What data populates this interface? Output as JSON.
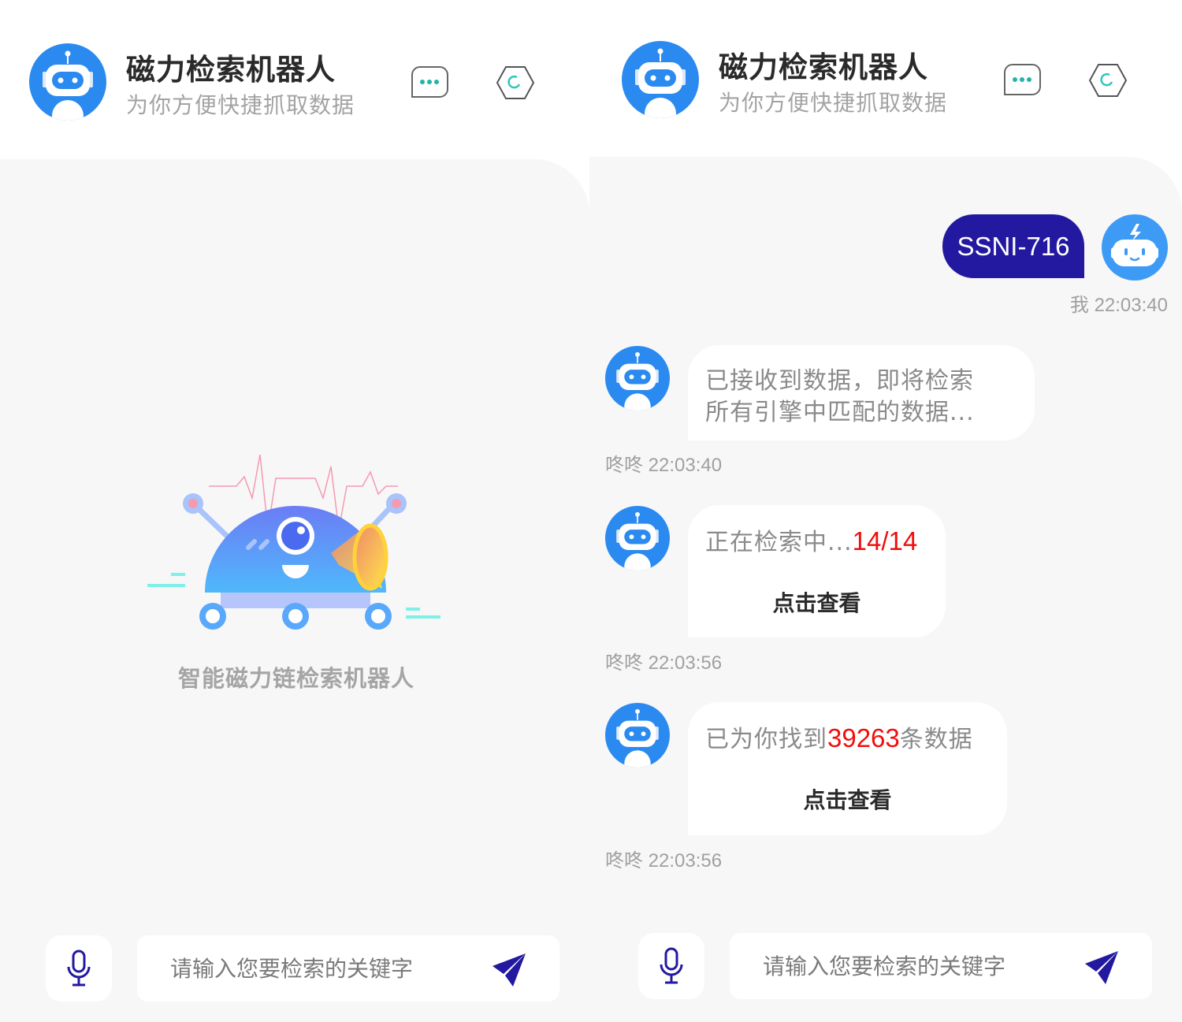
{
  "colors": {
    "brand_blue": "#2b8af0",
    "user_bubble": "#2319a0",
    "highlight_red": "#f20d0d",
    "accent_teal": "#1fb5a8",
    "background": "#f7f7f7"
  },
  "header": {
    "title": "磁力检索机器人",
    "subtitle": "为你方便快捷抓取数据",
    "icons": [
      "chat-bubble-icon",
      "hexagon-refresh-icon"
    ]
  },
  "left_panel": {
    "empty_state": {
      "illustration": "robot-megaphone-illustration",
      "caption": "智能磁力链检索机器人"
    }
  },
  "right_panel": {
    "messages": [
      {
        "sender": "user",
        "text": "SSNI-716",
        "meta": "我 22:03:40"
      },
      {
        "sender": "bot",
        "lines": [
          "已接收到数据，即将检索",
          "所有引擎中匹配的数据..."
        ],
        "meta": "咚咚 22:03:40"
      },
      {
        "sender": "bot",
        "prefix": "正在检索中...",
        "highlight": "14/14",
        "action": "点击查看",
        "meta": "咚咚 22:03:56"
      },
      {
        "sender": "bot",
        "prefix": "已为你找到",
        "highlight": "39263",
        "suffix": "条数据",
        "action": "点击查看",
        "meta": "咚咚 22:03:56"
      }
    ]
  },
  "input": {
    "placeholder": "请输入您要检索的关键字",
    "mic_icon": "microphone-icon",
    "send_icon": "paper-plane-send-icon"
  }
}
